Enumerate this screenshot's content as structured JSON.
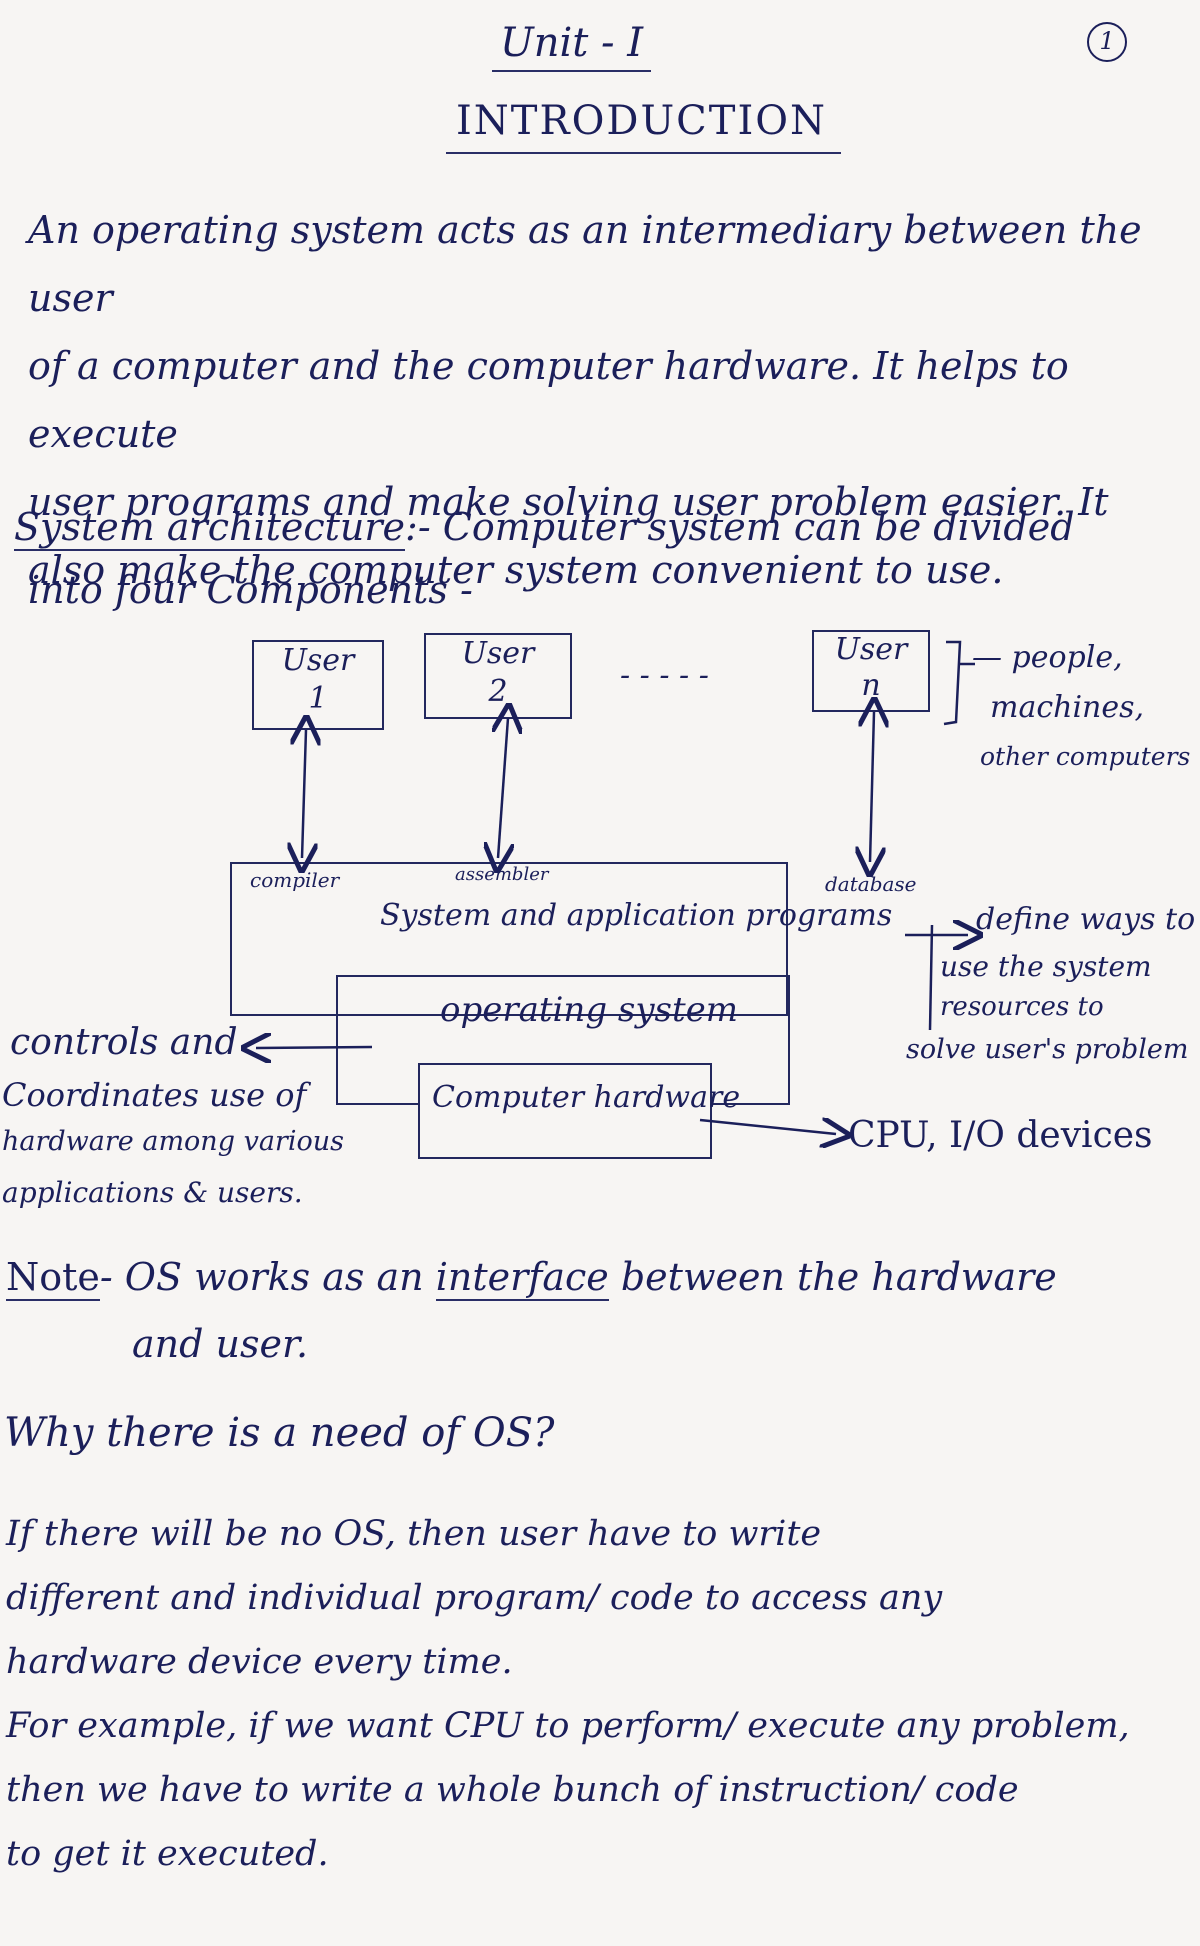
{
  "header": {
    "unit": "Unit - I",
    "title": "INTRODUCTION",
    "page_number": "1"
  },
  "intro": {
    "lines": [
      "An operating system acts as an intermediary between the user",
      "of a computer and the computer hardware. It helps to execute",
      "user programs and make solving user problem easier. It",
      "also make the computer system convenient to use."
    ]
  },
  "architecture": {
    "heading": "System architecture",
    "heading_suffix": ":- Computer system can be divided",
    "line2": "into four Components -"
  },
  "diagram": {
    "users": [
      {
        "line1": "User",
        "line2": "1"
      },
      {
        "line1": "User",
        "line2": "2"
      },
      {
        "line1": "User",
        "line2": "n"
      }
    ],
    "dots": "- - - - -",
    "users_note": [
      "— people,",
      "machines,",
      "other computers"
    ],
    "tools": [
      "compiler",
      "assembler",
      "database"
    ],
    "app_layer": "System and application programs",
    "app_note": [
      "define ways to",
      "use the system",
      "resources to",
      "solve user's problem"
    ],
    "os_layer": "operating system",
    "os_note": [
      "controls and",
      "Coordinates use of",
      "hardware among various",
      "applications & users."
    ],
    "hw_layer": "Computer hardware",
    "hw_note": "CPU, I/O devices"
  },
  "note": {
    "label": "Note",
    "text_before": "- OS works as an",
    "underlined": "interface",
    "text_after": "between the hardware",
    "line2": "and user."
  },
  "why": {
    "question": "Why there is a need of OS?",
    "lines": [
      "If there will be no OS, then user have to write",
      "different and individual program/ code to access any",
      "hardware device every time.",
      "For example, if we want CPU to perform/ execute any problem,",
      "then we have to write a whole bunch of instruction/ code",
      "to get it executed."
    ]
  }
}
